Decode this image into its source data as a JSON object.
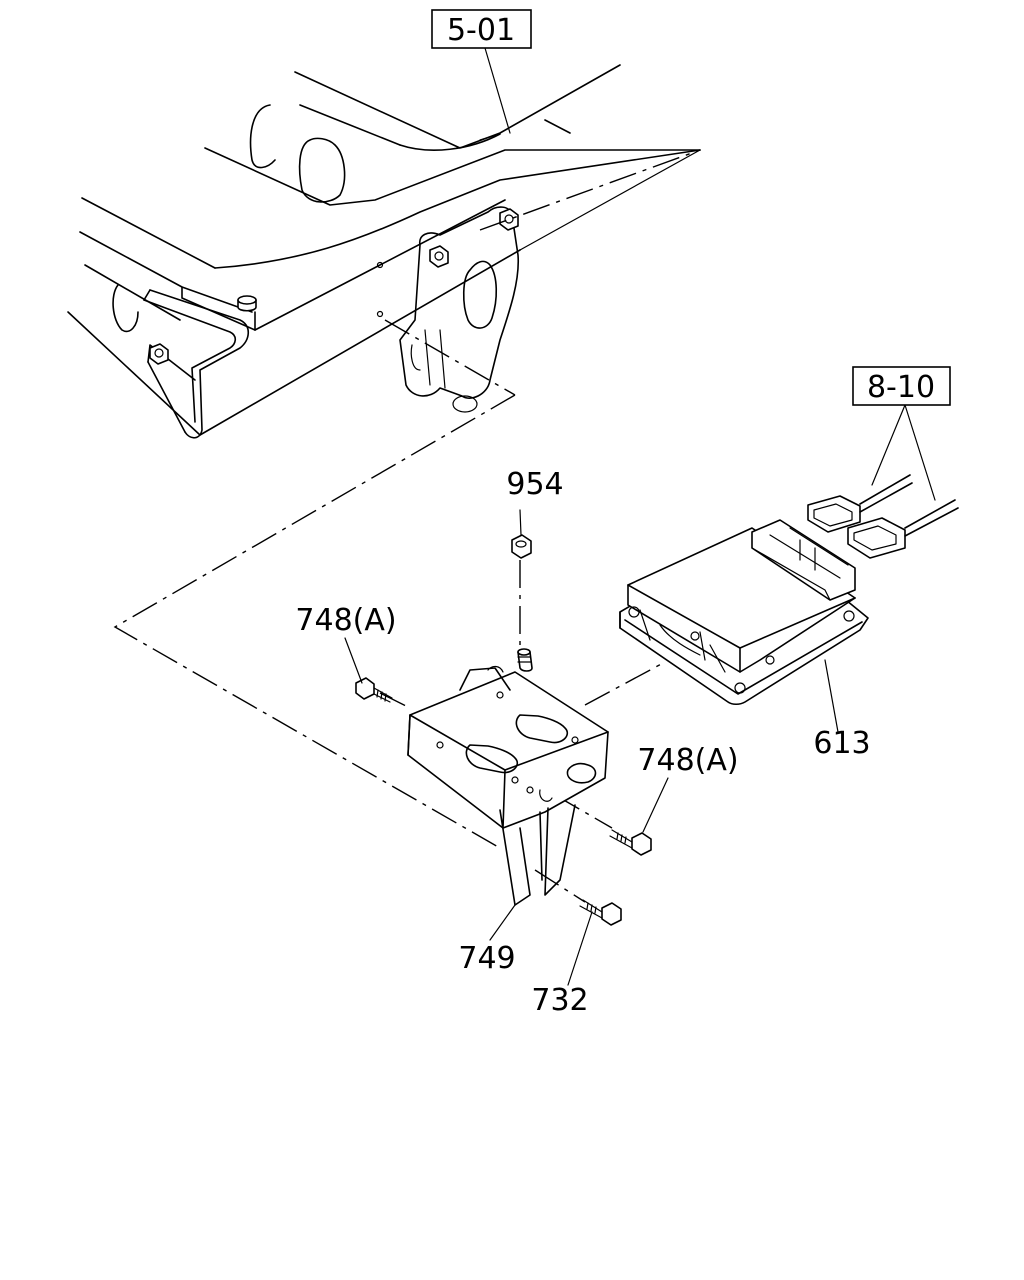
{
  "labels": {
    "ref_frame": "5-01",
    "ref_harness": "8-10",
    "nut": "954",
    "bolt_upper": "748(A)",
    "bolt_right": "748(A)",
    "controller": "613",
    "bracket": "749",
    "bolt_lower": "732"
  }
}
